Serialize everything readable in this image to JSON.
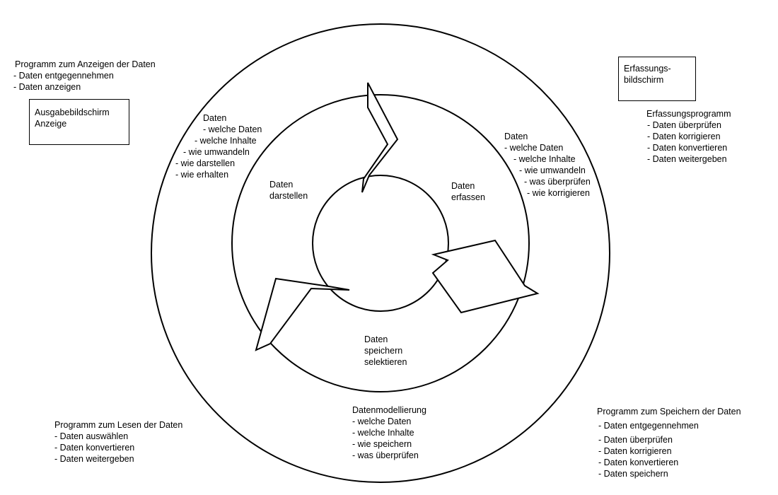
{
  "outer_top_left": {
    "title": "Programm zum Anzeigen der Daten",
    "items": [
      "- Daten entgegennehmen",
      "- Daten anzeigen"
    ]
  },
  "ausgabe_box": {
    "lines": [
      "Ausgabebildschirm",
      "Anzeige"
    ]
  },
  "erfassung_box": {
    "lines": [
      "Erfassungs-",
      "bildschirm"
    ]
  },
  "erfassungsprogramm": {
    "title": "Erfassungsprogramm",
    "items": [
      "- Daten überprüfen",
      "- Daten korrigieren",
      "- Daten konvertieren",
      "- Daten weitergeben"
    ]
  },
  "ring_left": {
    "title": "Daten",
    "items": [
      "- welche Daten",
      "- welche Inhalte",
      "- wie umwandeln",
      "- wie darstellen",
      "- wie erhalten"
    ]
  },
  "ring_right": {
    "title": "Daten",
    "items": [
      "- welche Daten",
      "- welche Inhalte",
      "- wie umwandeln",
      "- was überprüfen",
      "- wie korrigieren"
    ]
  },
  "ring_bottom": {
    "title": "Datenmodellierung",
    "items": [
      "- welche Daten",
      "- welche Inhalte",
      "- wie speichern",
      "- was überprüfen"
    ]
  },
  "inner_left": {
    "lines": [
      "Daten",
      "darstellen"
    ]
  },
  "inner_right": {
    "lines": [
      "Daten",
      "erfassen"
    ]
  },
  "inner_bottom": {
    "lines": [
      "Daten",
      "speichern",
      "selektieren"
    ]
  },
  "outer_bottom_left": {
    "title": "Programm zum Lesen der Daten",
    "items": [
      "- Daten auswählen",
      "- Daten konvertieren",
      "- Daten weitergeben"
    ]
  },
  "outer_bottom_right": {
    "title": "Programm zum Speichern der Daten",
    "items": [
      "- Daten entgegennehmen",
      "- Daten überprüfen",
      "- Daten korrigieren",
      "- Daten konvertieren",
      "- Daten speichern"
    ]
  }
}
